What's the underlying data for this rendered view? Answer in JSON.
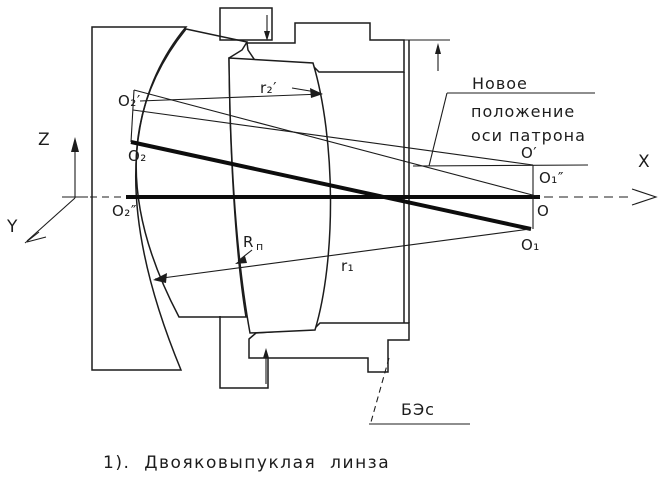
{
  "figure": {
    "caption": "1). Двояковыпуклая линза",
    "callout": {
      "line1": "Новое",
      "line2": "положение",
      "line3": "оси патрона"
    },
    "labels": {
      "axis_z": "Z",
      "axis_y": "Y",
      "axis_x": "X",
      "o2_prime": "O₂′",
      "o2": "O₂",
      "o2_dprime": "O₂″",
      "o_prime": "O′",
      "o1_dprime": "O₁″",
      "o": "O",
      "o1": "O₁",
      "r2_prime": "r₂′",
      "r1": "r₁",
      "rp_main": "R",
      "rp_sub": "п",
      "bes": "БЭс"
    },
    "colors": {
      "ink": "#1c1c1c",
      "background": "#ffffff"
    }
  }
}
